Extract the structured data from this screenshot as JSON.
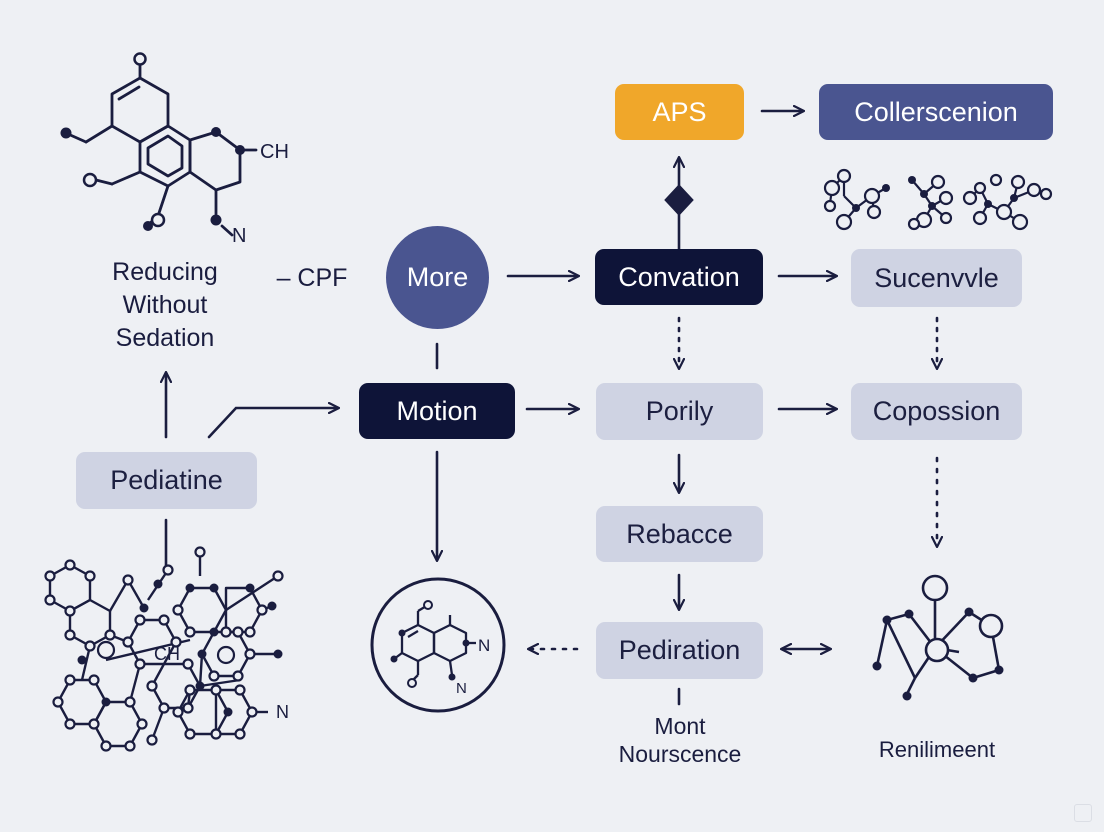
{
  "nodes": {
    "aps": "APS",
    "collerscenion": "Collerscenion",
    "more": "More",
    "convation": "Convation",
    "sucenvvle": "Sucenvvle",
    "motion": "Motion",
    "porily": "Porily",
    "copossion": "Copossion",
    "pediatine": "Pediatine",
    "rebacce": "Rebacce",
    "pediration": "Pediration"
  },
  "labels": {
    "reducing": [
      "Reducing",
      "Without",
      "Sedation"
    ],
    "cpf": "– CPF",
    "mont": [
      "Mont",
      "Nourscence"
    ],
    "renilimeent": "Renilimeent"
  },
  "molecule_labels": {
    "top_ch": "CH",
    "top_n": "N",
    "bottom_left_ch": "CH",
    "bottom_left_n": "N",
    "circle_n1": "N",
    "circle_n2": "N"
  },
  "colors": {
    "background": "#eef0f4",
    "light_box": "#cfd3e3",
    "dark_box": "#0e1438",
    "indigo": "#4a5590",
    "amber": "#f0a72a",
    "ink": "#1a1d3f"
  }
}
